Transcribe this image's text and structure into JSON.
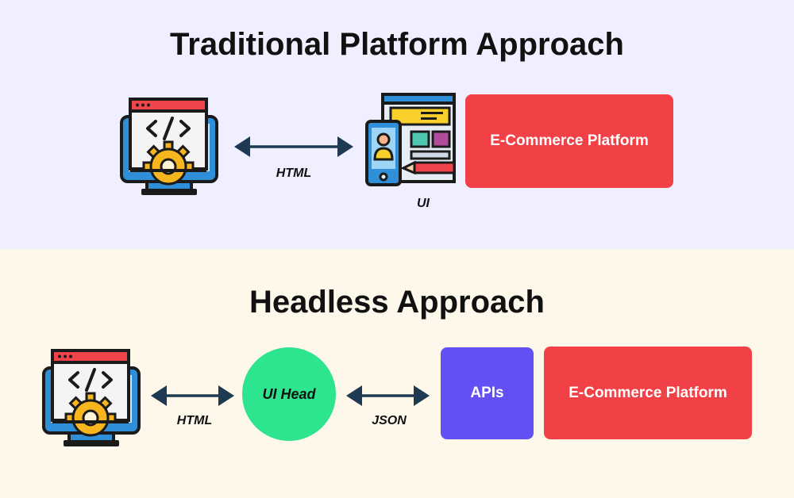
{
  "traditional": {
    "title": "Traditional Platform Approach",
    "arrow_label": "HTML",
    "ui_label": "UI",
    "platform_label": "E-Commerce Platform"
  },
  "headless": {
    "title": "Headless Approach",
    "arrow1_label": "HTML",
    "ui_head_label": "UI Head",
    "arrow2_label": "JSON",
    "apis_label": "APIs",
    "platform_label": "E-Commerce Platform"
  },
  "colors": {
    "top_bg": "#f0efff",
    "bottom_bg": "#fdf8ea",
    "platform_red": "#f24146",
    "apis_purple": "#6250f5",
    "ui_head_green": "#2de58e",
    "arrow_navy": "#1d3a52"
  },
  "icons": {
    "developer": "developer-monitor-icon",
    "ui_design": "ui-design-icon"
  }
}
